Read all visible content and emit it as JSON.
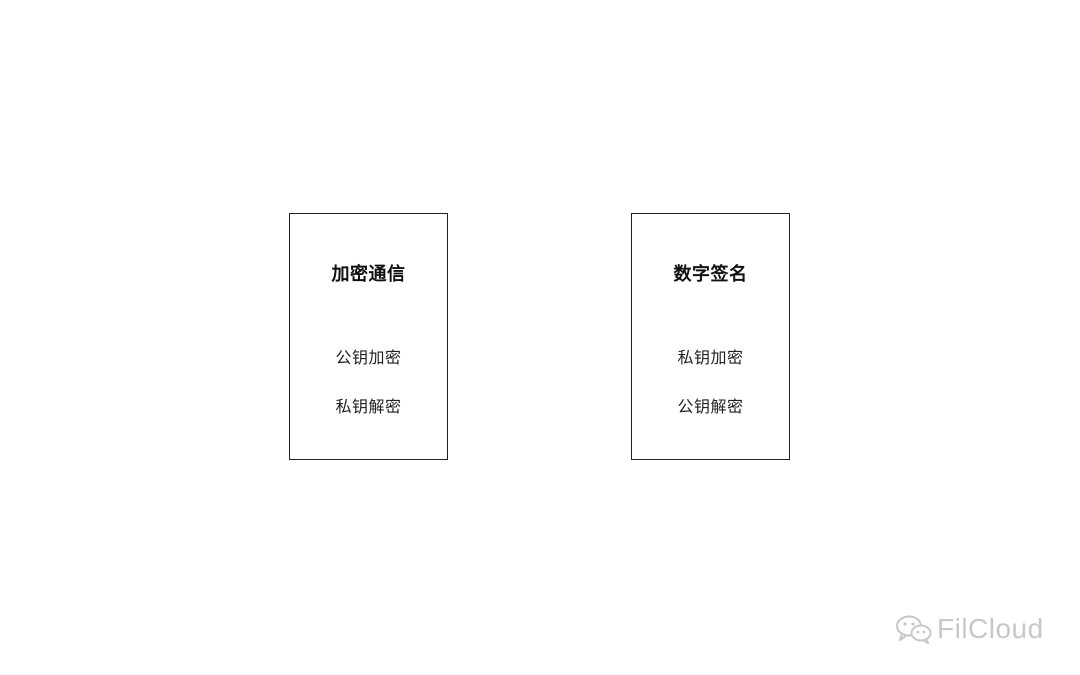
{
  "cards": [
    {
      "title": "加密通信",
      "lines": [
        "公钥加密",
        "私钥解密"
      ]
    },
    {
      "title": "数字签名",
      "lines": [
        "私钥加密",
        "公钥解密"
      ]
    }
  ],
  "watermark": {
    "icon": "wechat-icon",
    "text": "FilCloud"
  },
  "colors": {
    "border": "#222222",
    "watermark": "#c8c8c8"
  }
}
